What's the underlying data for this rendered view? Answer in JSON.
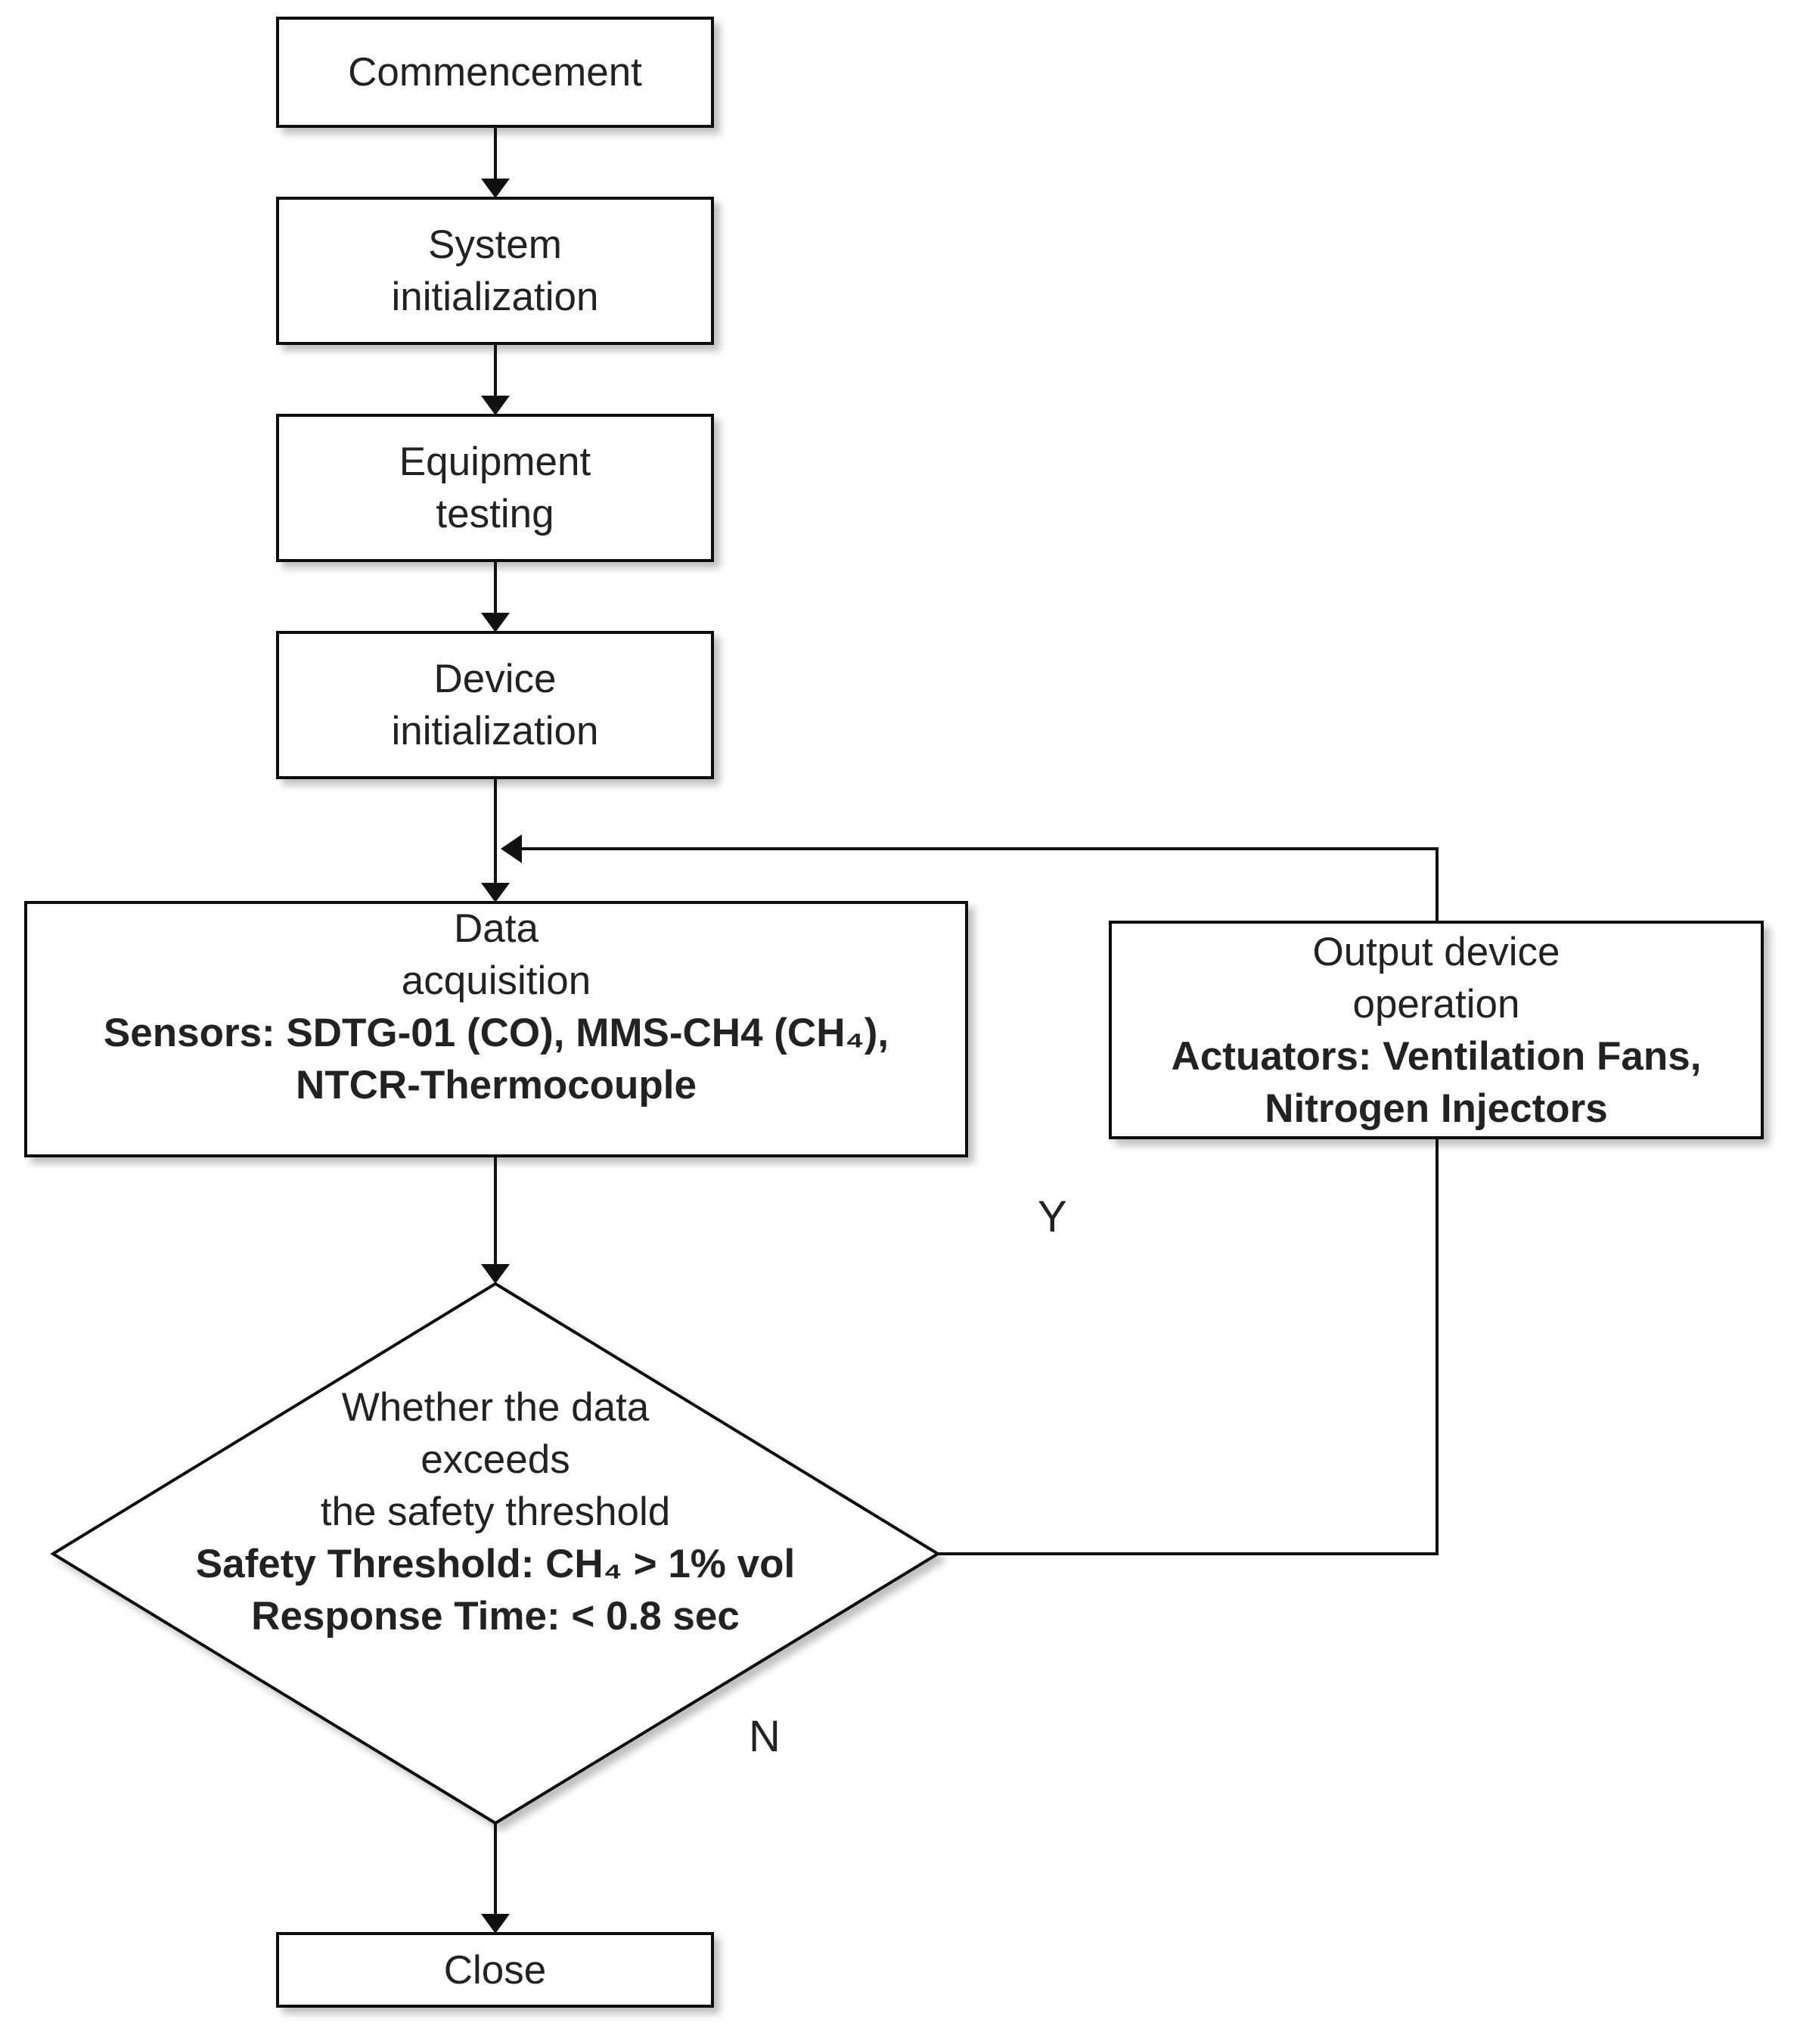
{
  "nodes": {
    "commencement": {
      "label": "Commencement"
    },
    "system_init": {
      "line1": "System",
      "line2": "initialization"
    },
    "equipment_testing": {
      "line1": "Equipment",
      "line2": "testing"
    },
    "device_init": {
      "line1": "Device",
      "line2": "initialization"
    },
    "data_acquisition": {
      "line1": "Data",
      "line2": "acquisition",
      "line3": "Sensors:  SDTG-01 (CO), MMS-CH4 (CH₄),",
      "line4": "NTCR-Thermocouple"
    },
    "output_device": {
      "line1": "Output device",
      "line2": "operation",
      "line3": "Actuators: Ventilation Fans,",
      "line4": "Nitrogen Injectors"
    },
    "decision": {
      "line1": "Whether the data",
      "line2": "exceeds",
      "line3": "the safety threshold",
      "line4": "Safety Threshold: CH₄ > 1% vol",
      "line5": "Response Time: < 0.8 sec"
    },
    "close": {
      "label": "Close"
    }
  },
  "branches": {
    "yes": "Y",
    "no": "N"
  }
}
